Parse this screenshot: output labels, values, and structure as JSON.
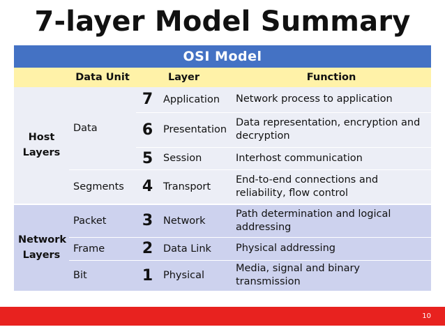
{
  "slide": {
    "title": "7-layer Model Summary",
    "page_number": "10"
  },
  "table": {
    "caption": "OSI  Model",
    "headers": {
      "unit": "Data Unit",
      "layer": "Layer",
      "function": "Function"
    },
    "host_group": "Host\nLayers",
    "network_group": "Network\nLayers",
    "rows": [
      {
        "unit": "Data",
        "num": "7",
        "layer": "Application",
        "function": "Network process to application"
      },
      {
        "unit": "",
        "num": "6",
        "layer": "Presentation",
        "function": "Data representation, encryption and decryption"
      },
      {
        "unit": "",
        "num": "5",
        "layer": "Session",
        "function": "Interhost communication"
      },
      {
        "unit": "Segments",
        "num": "4",
        "layer": "Transport",
        "function": "End-to-end connections and reliability, flow control"
      },
      {
        "unit": "Packet",
        "num": "3",
        "layer": "Network",
        "function": "Path determination and logical addressing"
      },
      {
        "unit": "Frame",
        "num": "2",
        "layer": "Data Link",
        "function": "Physical addressing"
      },
      {
        "unit": "Bit",
        "num": "1",
        "layer": "Physical",
        "function": "Media, signal and binary transmission"
      }
    ]
  },
  "colors": {
    "header_blue": "#4472c4",
    "header_yellow": "#fff2a8",
    "host_rows": "#eceef6",
    "network_rows": "#cdd2ee",
    "footer_red": "#e8221f"
  }
}
